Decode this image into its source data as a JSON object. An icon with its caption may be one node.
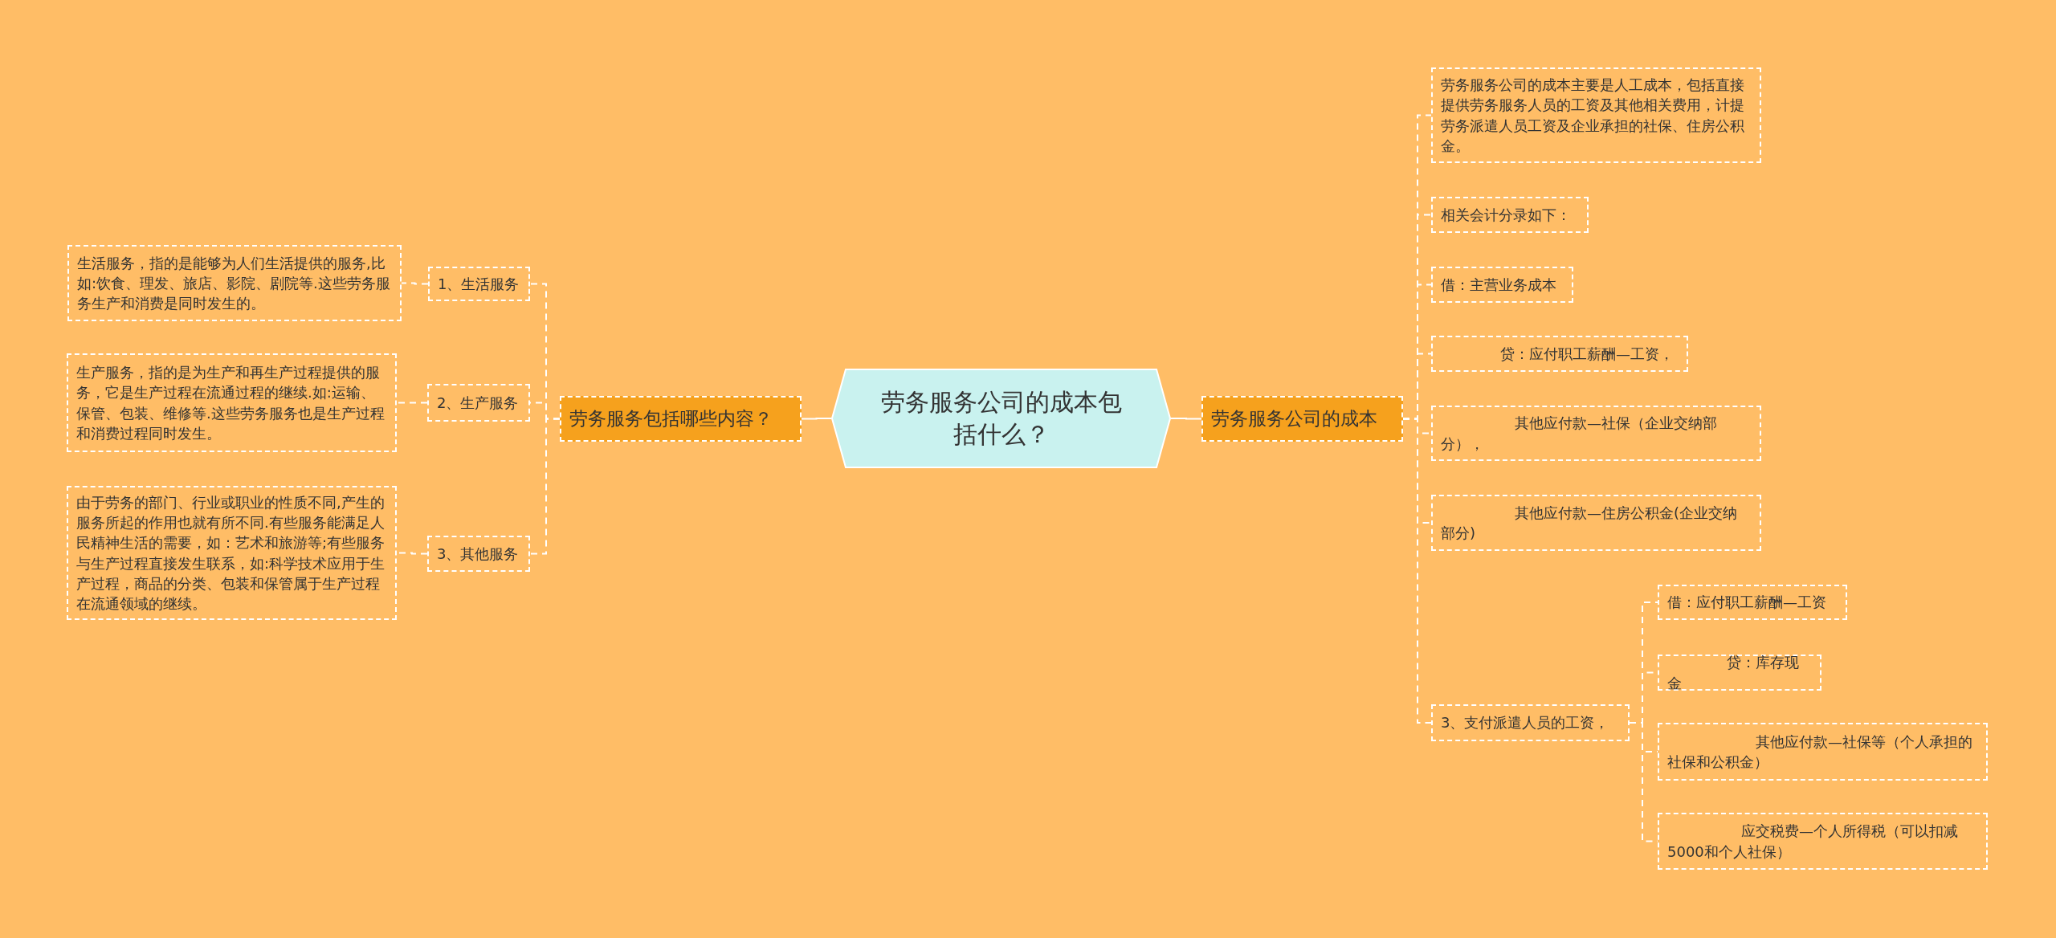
{
  "diagram": {
    "nodes": [
      {
        "text": [
          "劳务服务公司的成本包括什么？"
        ]
      },
      {
        "text": [
          "劳务服务包括哪些内容？"
        ]
      },
      {
        "text": [
          "1、生活服务"
        ]
      },
      {
        "text": [
          "生活服务，指的是能够为人们生活提供的服务,比如:饮食、理发、旅店、影院、剧院等.这些劳务服务生产和消费是同时发生的。"
        ]
      },
      {
        "text": [
          "2、生产服务"
        ]
      },
      {
        "text": [
          "生产服务，指的是为生产和再生产过程提供的服务，它是生产过程在流通过程的继续.如:运输、保管、包装、维修等.这些劳务服务也是生产过程和消费过程同时发生。"
        ]
      },
      {
        "text": [
          "3、其他服务"
        ]
      },
      {
        "text": [
          "由于劳务的部门、行业或职业的性质不同,产生的服务所起的作用也就有所不同.有些服务能满足人民精神生活的需要，如：艺术和旅游等;有些服务与生产过程直接发生联系，如:科学技术应用于生产过程，商品的分类、包装和保管属于生产过程在流通领域的继续。"
        ]
      },
      {
        "text": [
          "劳务服务公司的成本"
        ]
      },
      {
        "text": [
          "劳务服务公司的成本主要是人工成本，包括直接提供劳务服务人员的工资及其他相关费用，计提劳务派遣人员工资及企业承担的社保、住房公积金。"
        ]
      },
      {
        "text": [
          "相关会计分录如下："
        ]
      },
      {
        "text": [
          "借：主营业务成本"
        ]
      },
      {
        "text": [
          "贷：应付职工薪酬—工资，"
        ]
      },
      {
        "text": [
          "其他应付款—社保（企业交纳部分），"
        ]
      },
      {
        "text": [
          "其他应付款—住房公积金(企业交纳部分)"
        ]
      },
      {
        "text": [
          "3、支付派遣人员的工资，"
        ]
      },
      {
        "text": [
          "借：应付职工薪酬—工资"
        ]
      },
      {
        "text": [
          "贷：库存现金"
        ]
      },
      {
        "text": [
          "其他应付款—社保等（个人承担的社保和公积金）"
        ]
      },
      {
        "text": [
          "应交税费—个人所得税（可以扣减5000和个人社保）"
        ]
      }
    ],
    "edges": [
      {
        "from": 0,
        "to": 1,
        "arrow": "none"
      },
      {
        "from": 1,
        "to": 2,
        "arrow": "none",
        "style": "dashed"
      },
      {
        "from": 2,
        "to": 3,
        "arrow": "none",
        "style": "dashed"
      },
      {
        "from": 1,
        "to": 4,
        "arrow": "none",
        "style": "dashed"
      },
      {
        "from": 4,
        "to": 5,
        "arrow": "none",
        "style": "dashed"
      },
      {
        "from": 1,
        "to": 6,
        "arrow": "none",
        "style": "dashed"
      },
      {
        "from": 6,
        "to": 7,
        "arrow": "none",
        "style": "dashed"
      },
      {
        "from": 0,
        "to": 8,
        "arrow": "none"
      },
      {
        "from": 8,
        "to": 9,
        "arrow": "none",
        "style": "dashed"
      },
      {
        "from": 8,
        "to": 10,
        "arrow": "none",
        "style": "dashed"
      },
      {
        "from": 8,
        "to": 11,
        "arrow": "none",
        "style": "dashed"
      },
      {
        "from": 8,
        "to": 12,
        "arrow": "none",
        "style": "dashed"
      },
      {
        "from": 8,
        "to": 13,
        "arrow": "none",
        "style": "dashed"
      },
      {
        "from": 8,
        "to": 14,
        "arrow": "none",
        "style": "dashed"
      },
      {
        "from": 8,
        "to": 15,
        "arrow": "none",
        "style": "dashed"
      },
      {
        "from": 15,
        "to": 16,
        "arrow": "none",
        "style": "dashed"
      },
      {
        "from": 15,
        "to": 17,
        "arrow": "none",
        "style": "dashed"
      },
      {
        "from": 15,
        "to": 18,
        "arrow": "none",
        "style": "dashed"
      },
      {
        "from": 15,
        "to": 19,
        "arrow": "none",
        "style": "dashed"
      }
    ]
  }
}
